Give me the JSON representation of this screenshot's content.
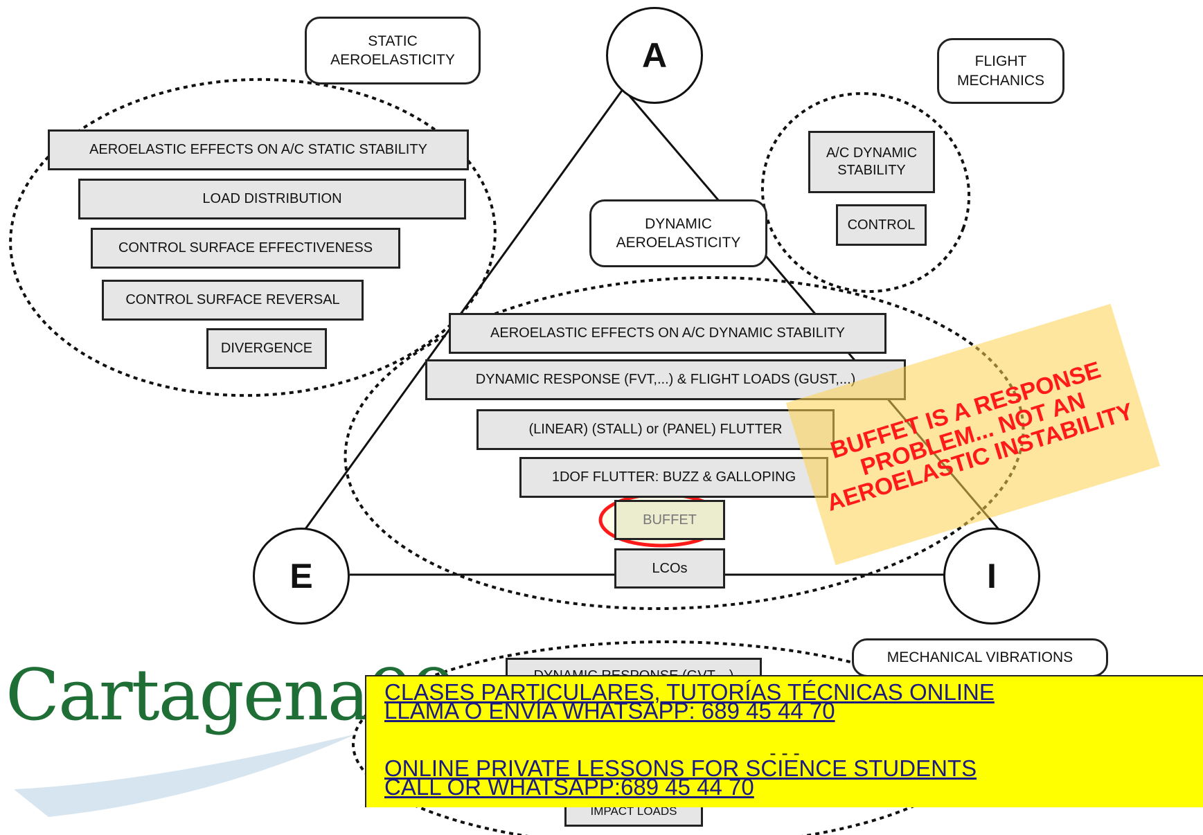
{
  "vertices": {
    "a": "A",
    "e": "E",
    "i": "I"
  },
  "groups": {
    "static": "STATIC\nAEROELASTICITY",
    "flight": "FLIGHT\nMECHANICS",
    "dynamic": "DYNAMIC\nAEROELASTICITY",
    "mechanical": "MECHANICAL VIBRATIONS"
  },
  "static_items": [
    "AEROELASTIC EFFECTS ON A/C STATIC STABILITY",
    "LOAD DISTRIBUTION",
    "CONTROL SURFACE EFFECTIVENESS",
    "CONTROL SURFACE REVERSAL",
    "DIVERGENCE"
  ],
  "flight_items": [
    "A/C DYNAMIC\nSTABILITY",
    "CONTROL"
  ],
  "dynamic_items": [
    "AEROELASTIC EFFECTS ON A/C DYNAMIC STABILITY",
    "DYNAMIC RESPONSE (FVT,...) & FLIGHT LOADS (GUST,...)",
    "(LINEAR) (STALL) or (PANEL) FLUTTER",
    "1DOF FLUTTER: BUZZ & GALLOPING",
    "BUFFET",
    "LCOs"
  ],
  "mechanical_items": [
    "DYNAMIC RESPONSE (GVT,...)",
    "IMPACT LOADS"
  ],
  "note": [
    "BUFFET IS A RESPONSE",
    "PROBLEM... NOT AN",
    "AEROELASTIC INSTABILITY"
  ],
  "banner": {
    "line1": "CLASES PARTICULARES, TUTORÍAS TÉCNICAS ONLINE",
    "line2": "LLAMA O ENVÍA WHATSAPP: 689 45 44 70",
    "separator": "- - -",
    "line3": "ONLINE PRIVATE LESSONS FOR SCIENCE STUDENTS",
    "line4": "CALL OR WHATSAPP:689 45 44 70"
  },
  "logo": "Cartagena99",
  "colors": {
    "highlight": "#ff1a1a",
    "banner": "#ffff00",
    "logo": "#1f6e35",
    "box": "#e6e6e6"
  }
}
